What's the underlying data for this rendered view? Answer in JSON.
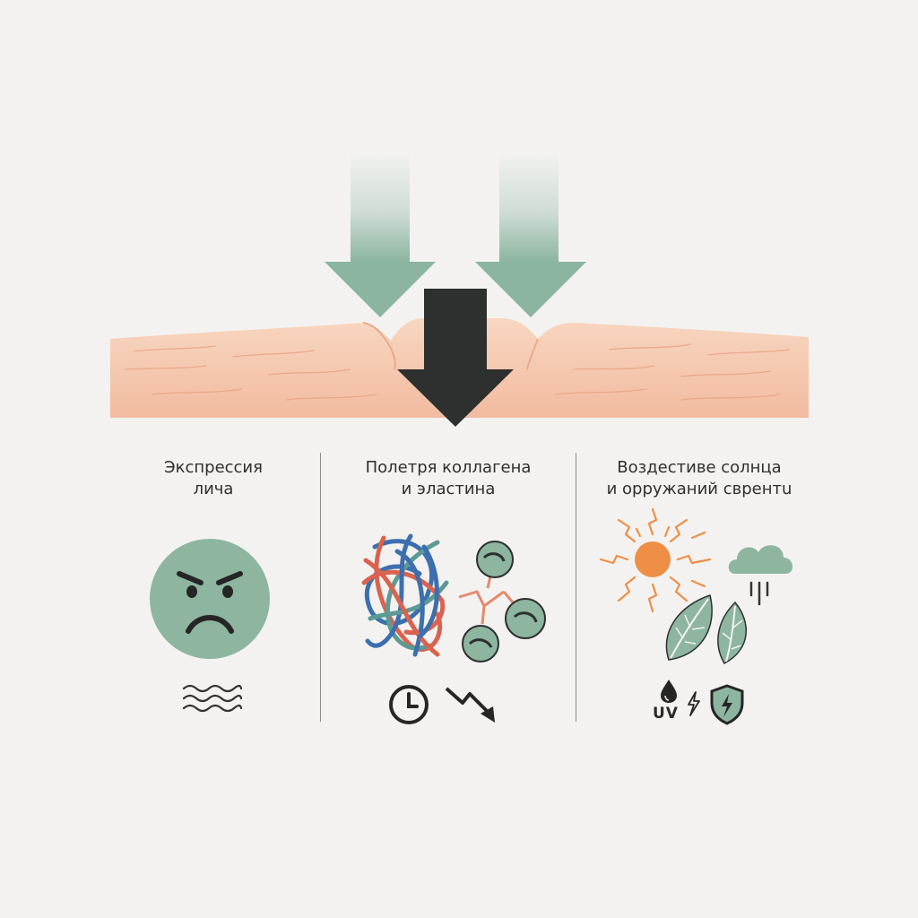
{
  "colors": {
    "background": "#f3f2f0",
    "arrow_green": "#8cb5a1",
    "arrow_dark": "#2d302f",
    "skin": "#f4c8b0",
    "skin_light": "#f8d8c2",
    "face_green": "#8db5a0",
    "sun_orange": "#ef8f46",
    "collagen_blue": "#3d6fae",
    "collagen_red": "#d9634f",
    "collagen_teal": "#5c9a94"
  },
  "icons": [
    "down-arrow-icon",
    "angry-face-icon",
    "wavy-lines-icon",
    "collagen-fibers-icon",
    "molecule-icon",
    "clock-icon",
    "trend-down-icon",
    "sun-icon",
    "rain-cloud-icon",
    "leaf-icon",
    "water-drop-icon",
    "shield-icon"
  ],
  "columns": [
    {
      "caption_line1": "Экспрессия",
      "caption_line2": "лича"
    },
    {
      "caption_line1": "Полетря коллагена",
      "caption_line2": "и эластина"
    },
    {
      "caption_line1": "Воздестиве солнца",
      "caption_line2": "и орружаний сврентu",
      "uv_label": "UV"
    }
  ]
}
